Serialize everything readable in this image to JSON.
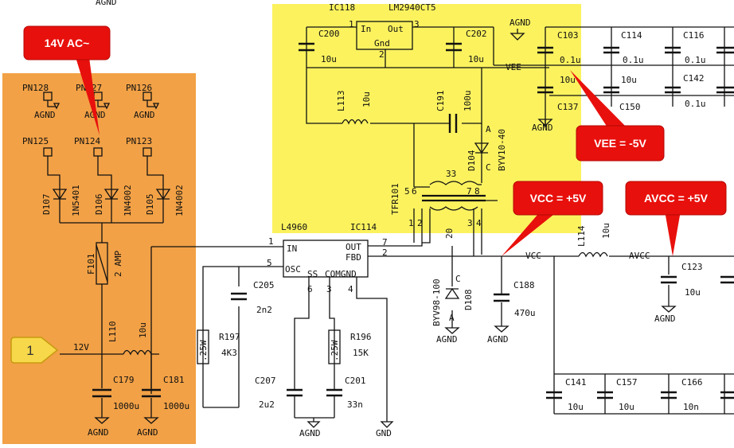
{
  "callouts": {
    "ac_input": "14V AC~",
    "vee": "VEE = -5V",
    "vcc": "VCC = +5V",
    "avcc": "AVCC = +5V",
    "marker": "1"
  },
  "ics": {
    "ic118_ref": "IC118",
    "ic118_part": "LM2940CT5",
    "ic118_in": "In",
    "ic118_out": "Out",
    "ic118_gnd": "Gnd",
    "ic118_pin1": "1",
    "ic118_pin2": "2",
    "ic118_pin3": "3",
    "ic114_ref": "IC114",
    "ic114_part": "L4960",
    "ic114_in": "IN",
    "ic114_out": "OUT",
    "ic114_fbd": "FBD",
    "ic114_osc": "OSC",
    "ic114_ss": "SS",
    "ic114_comgnd": "COMGND",
    "ic114_pin1": "1",
    "ic114_pin7": "7",
    "ic114_pin2": "2",
    "ic114_pin5": "5",
    "ic114_pin6": "6",
    "ic114_pin3": "3",
    "ic114_pin4": "4"
  },
  "connectors": {
    "pn128": "PN128",
    "pn127": "PN127",
    "pn126": "PN126",
    "pn125": "PN125",
    "pn124": "PN124",
    "pn123": "PN123"
  },
  "diodes": {
    "d107": "D107",
    "d107_part": "1N5401",
    "d106": "D106",
    "d106_part": "1N4002",
    "d105": "D105",
    "d105_part": "1N4002",
    "d104": "D104",
    "d104_part": "BYV10-40",
    "d108": "D108",
    "d108_part": "BYV98-100",
    "a": "A",
    "c": "C"
  },
  "caps": {
    "c200": "C200",
    "c200_v": "10u",
    "c202": "C202",
    "c202_v": "10u",
    "c103": "C103",
    "c103_v": "0.1u",
    "c114": "C114",
    "c114_v": "0.1u",
    "c116": "C116",
    "c116_v": "0.1u",
    "c137": "C137",
    "c137_v": "10u",
    "c150": "C150",
    "c150_v": "10u",
    "c142": "C142",
    "c142_v": "0.1u",
    "c191": "C191",
    "c191_v": "100u",
    "c205": "C205",
    "c205_v": "2n2",
    "c207": "C207",
    "c207_v": "2u2",
    "c201": "C201",
    "c201_v": "33n",
    "c188": "C188",
    "c188_v": "470u",
    "c123": "C123",
    "c123_v": "10u",
    "c179": "C179",
    "c179_v": "1000u",
    "c181": "C181",
    "c181_v": "1000u",
    "c141": "C141",
    "c141_v": "10u",
    "c157": "C157",
    "c157_v": "10u",
    "c166": "C166",
    "c166_v": "10n"
  },
  "inductors": {
    "l113": "L113",
    "l113_v": "10u",
    "l114": "L114",
    "l114_v": "10u",
    "l110": "L110",
    "l110_v": "10u"
  },
  "transformer": {
    "ref": "TFR101",
    "turns": "33",
    "turns2": "20",
    "p5": "5",
    "p6": "6",
    "p7": "7",
    "p8": "8",
    "p1": "1",
    "p2": "2",
    "p3": "3",
    "p4": "4"
  },
  "resistors": {
    "r197": "R197",
    "r197_v": "4K3",
    "r197_p": ".25W",
    "r196": "R196",
    "r196_v": "15K",
    "r196_p": ".25W"
  },
  "fuse": {
    "ref": "F101",
    "rating": "2 AMP"
  },
  "nets": {
    "vee": "VEE",
    "vcc": "VCC",
    "avcc": "AVCC",
    "v12": "12V",
    "agnd": "AGND",
    "gnd": "GND"
  }
}
